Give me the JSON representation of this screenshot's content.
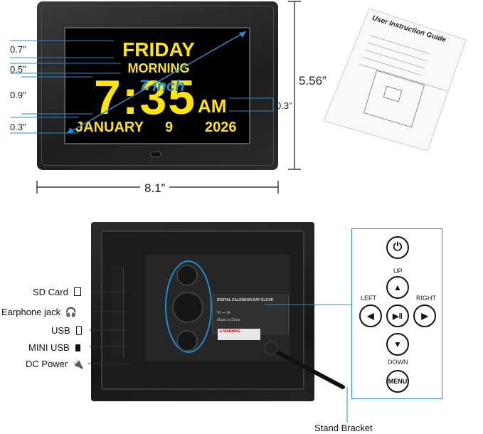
{
  "front": {
    "screen_day": "FRIDAY",
    "screen_period": "MORNING",
    "screen_time": "7:35",
    "screen_ampm": "AM",
    "screen_month": "JANUARY",
    "screen_date": "9",
    "screen_year": "2026",
    "diagonal_label": "7 inch",
    "dim_width": "8.1”",
    "dim_height": "5.56”",
    "dim_day_text": "0.7”",
    "dim_period_text": "0.5”",
    "dim_time_text": "0.9”",
    "dim_date_text": "0.3”",
    "dim_ampm_text": "0.3”"
  },
  "manual": {
    "title": "User Instruction Guide"
  },
  "back": {
    "label_plate_title": "DIGITAL CALENDAR DAY CLOCK",
    "label_plate_power": "5V ⎓ 1A",
    "label_plate_made": "Made in China",
    "warning_text": "⚠ WARNING"
  },
  "ports": [
    {
      "label": "SD Card",
      "icon": "sd-card-icon"
    },
    {
      "label": "Earphone jack",
      "icon": "headphone-icon"
    },
    {
      "label": "USB",
      "icon": "usb-icon"
    },
    {
      "label": "MINI USB",
      "icon": "mini-usb-icon"
    },
    {
      "label": "DC Power",
      "icon": "dc-power-icon"
    }
  ],
  "controls": {
    "up": "UP",
    "left": "LEFT",
    "right": "RIGHT",
    "down": "DOWN",
    "menu": "MENU"
  },
  "stand_label": "Stand Bracket",
  "colors": {
    "screen_text": "#ffe500",
    "accent_blue": "#1e8fd6",
    "frame": "#1e1e1e"
  }
}
